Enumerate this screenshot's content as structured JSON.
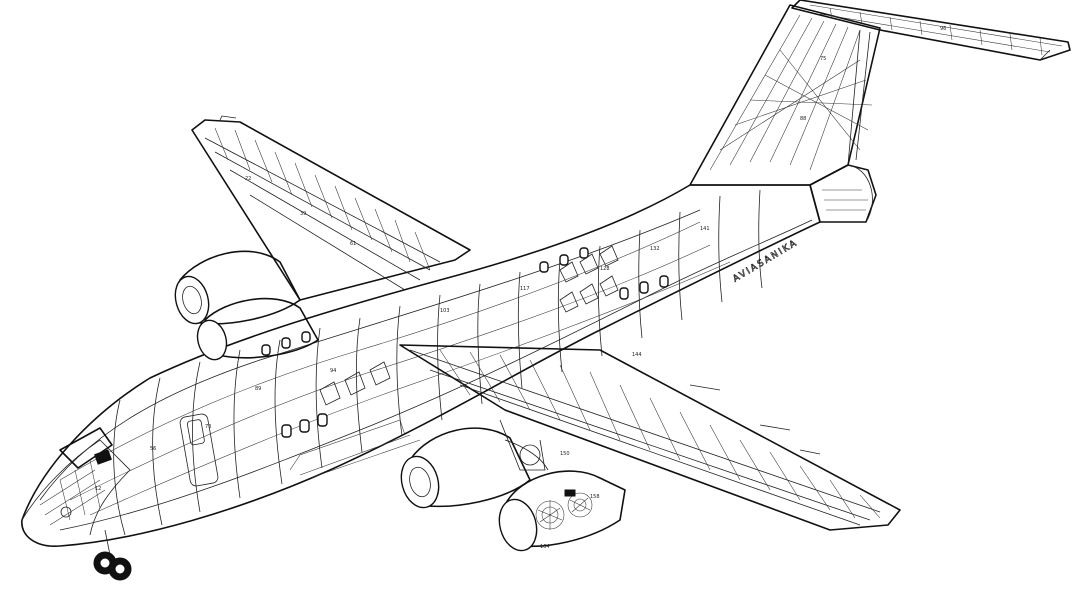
{
  "image": {
    "kind": "aircraft cutaway drawing",
    "ink_color": "#111111",
    "background_color": "#ffffff"
  },
  "fuselage": {
    "livery_text": "AVIASANIKA"
  },
  "callouts": [
    "73",
    "89",
    "94",
    "12",
    "56",
    "103",
    "117",
    "128",
    "132",
    "141",
    "144",
    "150",
    "158",
    "164",
    "22",
    "39",
    "61",
    "75",
    "88",
    "96"
  ]
}
